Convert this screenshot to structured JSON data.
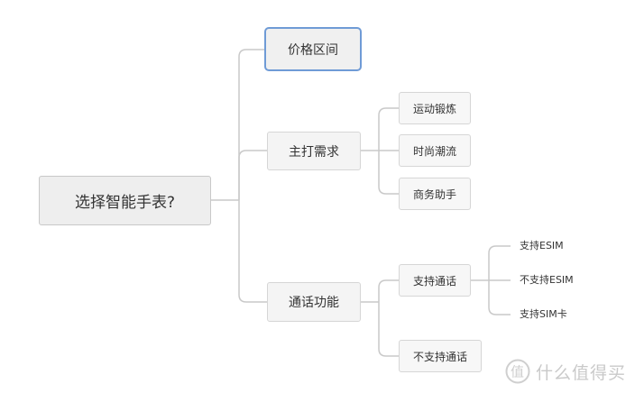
{
  "mindmap": {
    "root": "选择智能手表?",
    "price": "价格区间",
    "needs": {
      "label": "主打需求",
      "items": [
        "运动锻炼",
        "时尚潮流",
        "商务助手"
      ]
    },
    "calls": {
      "label": "通话功能",
      "support": {
        "label": "支持通话",
        "leaves": [
          "支持ESIM",
          "不支持ESIM",
          "支持SIM卡"
        ]
      },
      "no_support": "不支持通话"
    }
  },
  "watermark": {
    "text": "什么值得买",
    "icon": "zhi-logo-icon"
  },
  "colors": {
    "line": "#c9c9c9",
    "selected_border": "#6f9bd6",
    "node_bg": "#f4f4f4"
  }
}
